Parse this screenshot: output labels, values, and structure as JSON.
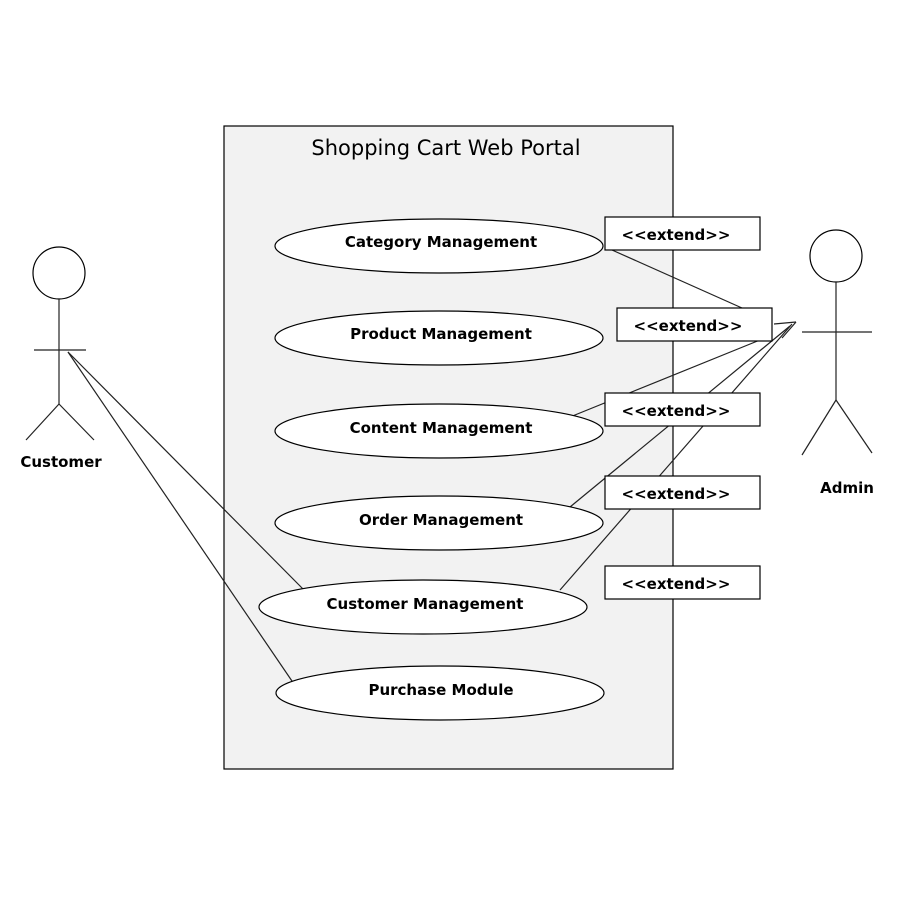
{
  "system": {
    "title": "Shopping Cart Web Portal"
  },
  "use_cases": {
    "category": "Category Management",
    "product": "Product Management",
    "content": "Content Management",
    "order": "Order Management",
    "customer": "Customer Management",
    "purchase": "Purchase Module"
  },
  "actors": {
    "customer": "Customer",
    "admin": "Admin"
  },
  "extend_labels": [
    "<<extend>>",
    "<<extend>>",
    "<<extend>>",
    "<<extend>>",
    "<<extend>>"
  ],
  "colors": {
    "system_fill": "#f2f2f2",
    "stroke": "#000000",
    "background": "#ffffff"
  }
}
